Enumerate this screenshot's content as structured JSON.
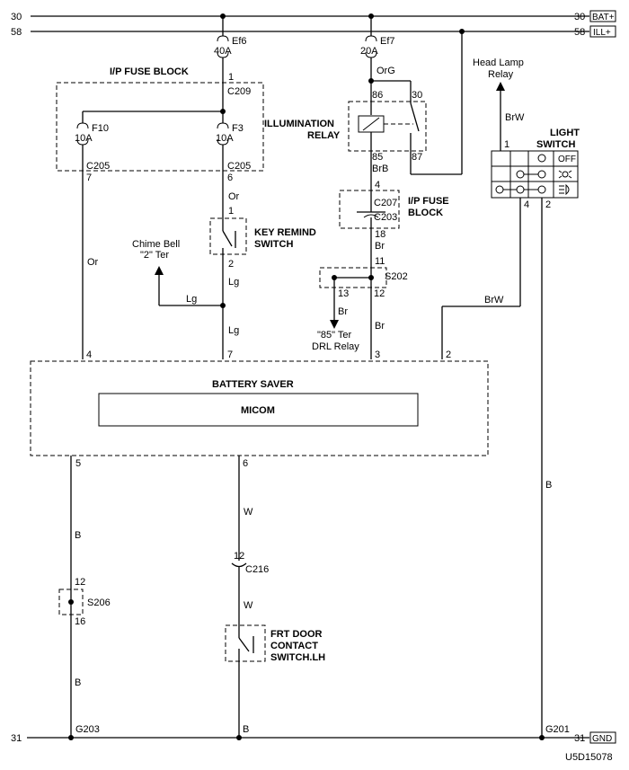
{
  "rails": {
    "bat_num_left": "30",
    "bat_num_right": "30",
    "bat_tag": "BAT+",
    "ill_num_left": "58",
    "ill_num_right": "58",
    "ill_tag": "ILL+",
    "gnd_num_left": "31",
    "gnd_num_right": "31",
    "gnd_tag": "GND"
  },
  "fuses": {
    "ef6": {
      "name": "Ef6",
      "rating": "40A"
    },
    "ef7": {
      "name": "Ef7",
      "rating": "20A"
    },
    "f10": {
      "name": "F10",
      "rating": "10A"
    },
    "f3": {
      "name": "F3",
      "rating": "10A"
    }
  },
  "ip_fuse_block": {
    "title": "I/P FUSE BLOCK",
    "pin1": "1",
    "c209": "C209",
    "c205_left": "C205",
    "pin7": "7",
    "c205_right": "C205",
    "pin6": "6"
  },
  "illumination_relay": {
    "title_line1": "ILLUMINATION",
    "title_line2": "RELAY",
    "pin86": "86",
    "pin30": "30",
    "pin85": "85",
    "pin87": "87"
  },
  "head_lamp_relay": {
    "line1": "Head Lamp",
    "line2": "Relay"
  },
  "light_switch": {
    "title_line1": "LIGHT",
    "title_line2": "SWITCH",
    "pin1": "1",
    "pin4": "4",
    "pin2": "2",
    "off_label": "OFF"
  },
  "key_remind_switch": {
    "title_line1": "KEY REMIND",
    "title_line2": "SWITCH",
    "pin1": "1",
    "pin2": "2"
  },
  "chime_bell": {
    "line1": "Chime Bell",
    "line2": "\"2\" Ter"
  },
  "ip_fuse_block2": {
    "title_line1": "I/P FUSE",
    "title_line2": "BLOCK",
    "pin4": "4",
    "c207": "C207",
    "c203": "C203",
    "pin18": "18"
  },
  "splice_s202": {
    "name": "S202",
    "pin11": "11",
    "pin13": "13",
    "pin12": "12"
  },
  "drl_relay": {
    "line1": "\"85\" Ter",
    "line2": "DRL Relay"
  },
  "battery_saver": {
    "title": "BATTERY SAVER",
    "micom": "MICOM",
    "pin4": "4",
    "pin7": "7",
    "pin3": "3",
    "pin2": "2",
    "pin5": "5",
    "pin6": "6"
  },
  "connector_c216": {
    "name": "C216",
    "pin": "12"
  },
  "splice_s206": {
    "name": "S206",
    "pin12": "12",
    "pin16": "16"
  },
  "door_switch": {
    "line1": "FRT DOOR",
    "line2": "CONTACT",
    "line3": "SWITCH.LH"
  },
  "grounds": {
    "g203": "G203",
    "g201": "G201"
  },
  "wires": {
    "org": "OrG",
    "brw_top": "BrW",
    "brb": "BrB",
    "or_mid": "Or",
    "or_left": "Or",
    "lg_branch": "Lg",
    "lg_1": "Lg",
    "lg_2": "Lg",
    "br_1": "Br",
    "br_2": "Br",
    "br_13": "Br",
    "brw_right": "BrW",
    "b_right": "B",
    "w_1": "W",
    "w_2": "W",
    "b_1": "B",
    "b_2": "B",
    "b_bottom": "B"
  },
  "diagram_code": "U5D15078"
}
